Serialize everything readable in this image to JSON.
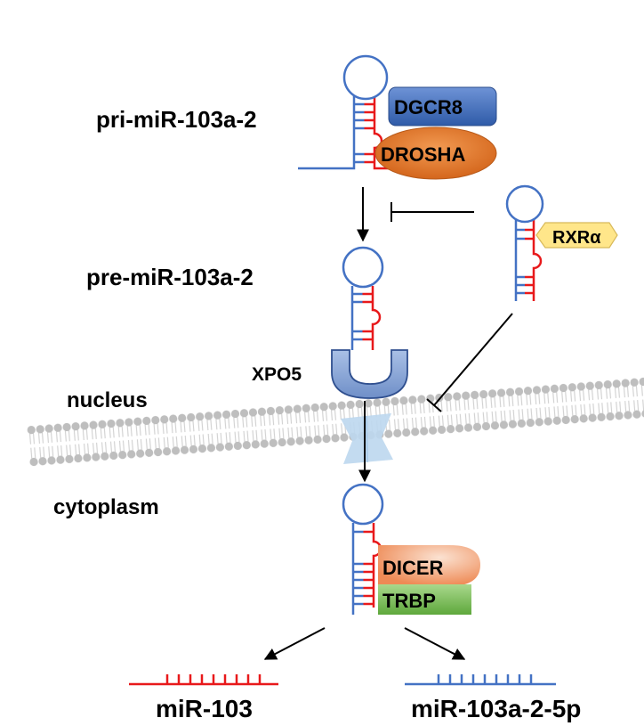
{
  "labels": {
    "pri_mirna": "pri-miR-103a-2",
    "pre_mirna": "pre-miR-103a-2",
    "exporter": "XPO5",
    "nucleus": "nucleus",
    "cytoplasm": "cytoplasm"
  },
  "proteins": {
    "dgcr8": "DGCR8",
    "drosha": "DROSHA",
    "rxra": "RXRα",
    "dicer": "DICER",
    "trbp": "TRBP"
  },
  "products": {
    "red_strand_label": "miR-103",
    "blue_strand_label": "miR-103a-2-5p"
  },
  "colors": {
    "strand_blue": "#4472C4",
    "strand_red": "#E8191B",
    "dgcr8": "#3E6EC0",
    "drosha": "#E07B2E",
    "rxra": "#FFE68A",
    "dicer": "#F4A57A",
    "trbp": "#6DB04A",
    "membrane": "#BEBEBE",
    "pore": "#BDD7EE",
    "xpo5": "#8EA9DB"
  }
}
